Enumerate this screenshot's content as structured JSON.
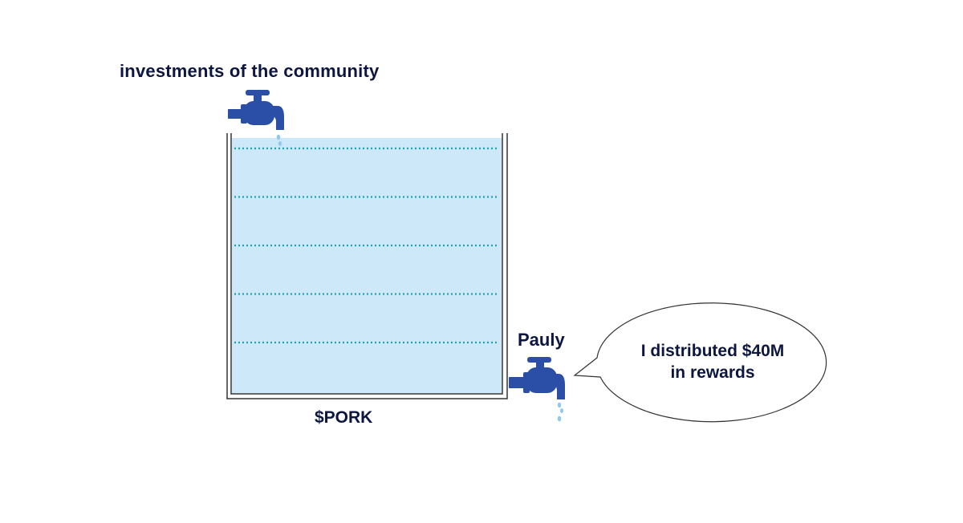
{
  "labels": {
    "inflow": "investments of the community",
    "tank": "$PORK",
    "outflow": "Pauly"
  },
  "speech_bubble": {
    "lines": [
      "I distributed $40M",
      "in rewards"
    ]
  },
  "tank": {
    "level_lines": 5
  },
  "colors": {
    "text": "#0d1640",
    "water": "#cde8f8",
    "level_line": "#1aa3b8",
    "tap": "#2b4fa6",
    "tank_wall": "#333333"
  },
  "icons": {
    "inflow_tap": "water-tap-icon",
    "outflow_tap": "water-tap-icon",
    "drips": "water-drop-icon"
  }
}
